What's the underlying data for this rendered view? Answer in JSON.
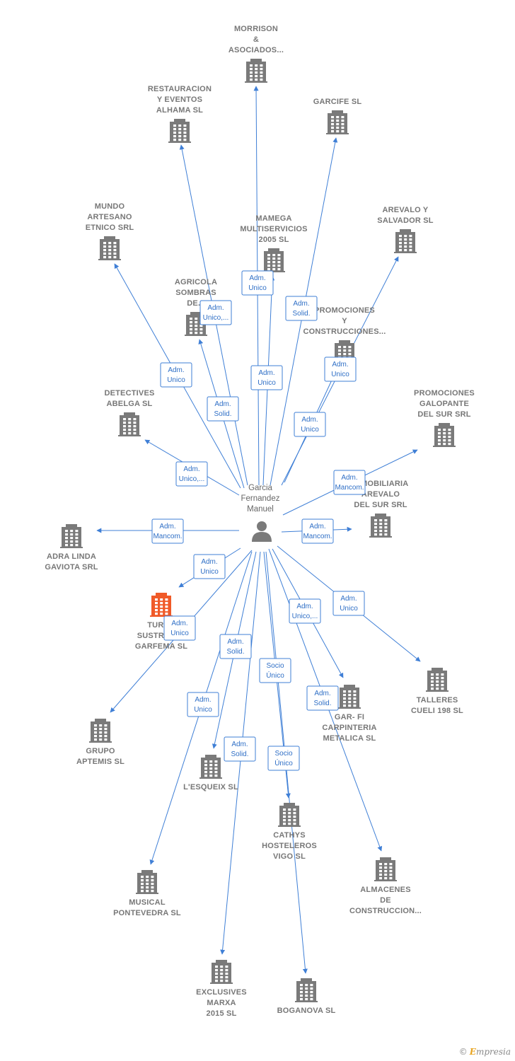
{
  "colors": {
    "edge": "#3f7fd6",
    "building": "#7a7a7a",
    "building_highlight": "#f05a28",
    "person": "#7a7a7a"
  },
  "center": {
    "label": [
      "Garcia",
      "Fernandez",
      "Manuel"
    ],
    "icon": "person-icon"
  },
  "nodes": [
    {
      "id": "morrison",
      "label": [
        "MORRISON",
        "&",
        "ASOCIADOS..."
      ],
      "icon": "building-icon"
    },
    {
      "id": "restauracion",
      "label": [
        "RESTAURACION",
        "Y EVENTOS",
        "ALHAMA  SL"
      ],
      "icon": "building-icon"
    },
    {
      "id": "garcife",
      "label": [
        "GARCIFE  SL"
      ],
      "icon": "building-icon"
    },
    {
      "id": "mundo",
      "label": [
        "MUNDO",
        "ARTESANO",
        "ETNICO SRL"
      ],
      "icon": "building-icon"
    },
    {
      "id": "mamega",
      "label": [
        "MAMEGA",
        "MULTISERVICIOS",
        "2005  SL"
      ],
      "icon": "building-icon"
    },
    {
      "id": "arevalo_salvador",
      "label": [
        "AREVALO Y",
        "SALVADOR  SL"
      ],
      "icon": "building-icon"
    },
    {
      "id": "agricola",
      "label": [
        "AGRICOLA",
        "SOMBRAS",
        "DE..."
      ],
      "icon": "building-icon"
    },
    {
      "id": "promociones_y",
      "label": [
        "PROMOCIONES",
        "Y",
        "CONSTRUCCIONES..."
      ],
      "icon": "building-icon"
    },
    {
      "id": "detectives",
      "label": [
        "DETECTIVES",
        "ABELGA  SL"
      ],
      "icon": "building-icon"
    },
    {
      "id": "promociones_galopante",
      "label": [
        "PROMOCIONES",
        "GALOPANTE",
        "DEL SUR SRL"
      ],
      "icon": "building-icon"
    },
    {
      "id": "inmobiliaria",
      "label": [
        "INMOBILIARIA",
        "AREVALO",
        "DEL SUR SRL"
      ],
      "icon": "building-icon"
    },
    {
      "id": "adra",
      "label": [
        "ADRA LINDA",
        "GAVIOTA SRL"
      ],
      "icon": "building-icon"
    },
    {
      "id": "turba",
      "label": [
        "TURBA",
        "SUSTRATOS",
        "GARFEMA  SL"
      ],
      "icon": "building-icon",
      "highlight": true
    },
    {
      "id": "talleres",
      "label": [
        "TALLERES",
        "CUELI 198  SL"
      ],
      "icon": "building-icon"
    },
    {
      "id": "grupo",
      "label": [
        "GRUPO",
        "APTEMIS  SL"
      ],
      "icon": "building-icon"
    },
    {
      "id": "garfi",
      "label": [
        "GAR- FI",
        "CARPINTERIA",
        "METALICA SL"
      ],
      "icon": "building-icon"
    },
    {
      "id": "lesqueix",
      "label": [
        "L'ESQUEIX  SL"
      ],
      "icon": "building-icon"
    },
    {
      "id": "cathys",
      "label": [
        "CATHYS",
        "HOSTELEROS",
        "VIGO  SL"
      ],
      "icon": "building-icon"
    },
    {
      "id": "musical",
      "label": [
        "MUSICAL",
        "PONTEVEDRA SL"
      ],
      "icon": "building-icon"
    },
    {
      "id": "almacenes",
      "label": [
        "ALMACENES",
        "DE",
        "CONSTRUCCION..."
      ],
      "icon": "building-icon"
    },
    {
      "id": "exclusives",
      "label": [
        "EXCLUSIVES",
        "MARXA",
        "2015  SL"
      ],
      "icon": "building-icon"
    },
    {
      "id": "boganova",
      "label": [
        "BOGANOVA SL"
      ],
      "icon": "building-icon"
    }
  ],
  "edges": [
    {
      "to": "morrison",
      "label": [
        "Adm.",
        "Unico"
      ]
    },
    {
      "to": "restauracion",
      "label": [
        "Adm.",
        "Unico"
      ]
    },
    {
      "to": "garcife",
      "label": [
        "Adm.",
        "Solid."
      ]
    },
    {
      "to": "mundo",
      "label": [
        "Adm.",
        "Unico"
      ]
    },
    {
      "to": "mamega",
      "label": [
        "Adm.",
        "Unico"
      ]
    },
    {
      "to": "arevalo_salvador",
      "label": [
        "Adm.",
        "Unico"
      ]
    },
    {
      "to": "agricola",
      "label": [
        "Adm.",
        "Solid."
      ]
    },
    {
      "to": "promociones_y",
      "label": [
        "Adm.",
        "Unico"
      ]
    },
    {
      "to": "agricola",
      "label": [
        "Adm.",
        "Unico,..."
      ]
    },
    {
      "to": "detectives",
      "label": [
        "Adm.",
        "Unico,..."
      ]
    },
    {
      "to": "promociones_galopante",
      "label": [
        "Adm.",
        "Mancom."
      ]
    },
    {
      "to": "inmobiliaria",
      "label": [
        "Adm.",
        "Mancom."
      ]
    },
    {
      "to": "adra",
      "label": [
        "Adm.",
        "Mancom."
      ]
    },
    {
      "to": "turba",
      "label": [
        "Adm.",
        "Unico"
      ]
    },
    {
      "to": "grupo",
      "label": [
        "Adm.",
        "Unico"
      ]
    },
    {
      "to": "talleres",
      "label": [
        "Adm.",
        "Unico"
      ]
    },
    {
      "to": "garfi",
      "label": [
        "Adm.",
        "Unico,..."
      ]
    },
    {
      "to": "lesqueix",
      "label": [
        "Adm.",
        "Solid."
      ]
    },
    {
      "to": "cathys",
      "label": [
        "Socio",
        "Único"
      ]
    },
    {
      "to": "musical",
      "label": [
        "Adm.",
        "Unico"
      ]
    },
    {
      "to": "almacenes",
      "label": [
        "Adm.",
        "Solid."
      ]
    },
    {
      "to": "exclusives",
      "label": [
        "Adm.",
        "Solid."
      ]
    },
    {
      "to": "boganova",
      "label": [
        "Socio",
        "Único"
      ]
    }
  ],
  "watermark": {
    "copyright": "©",
    "brand_first": "E",
    "brand_rest": "mpresia"
  }
}
